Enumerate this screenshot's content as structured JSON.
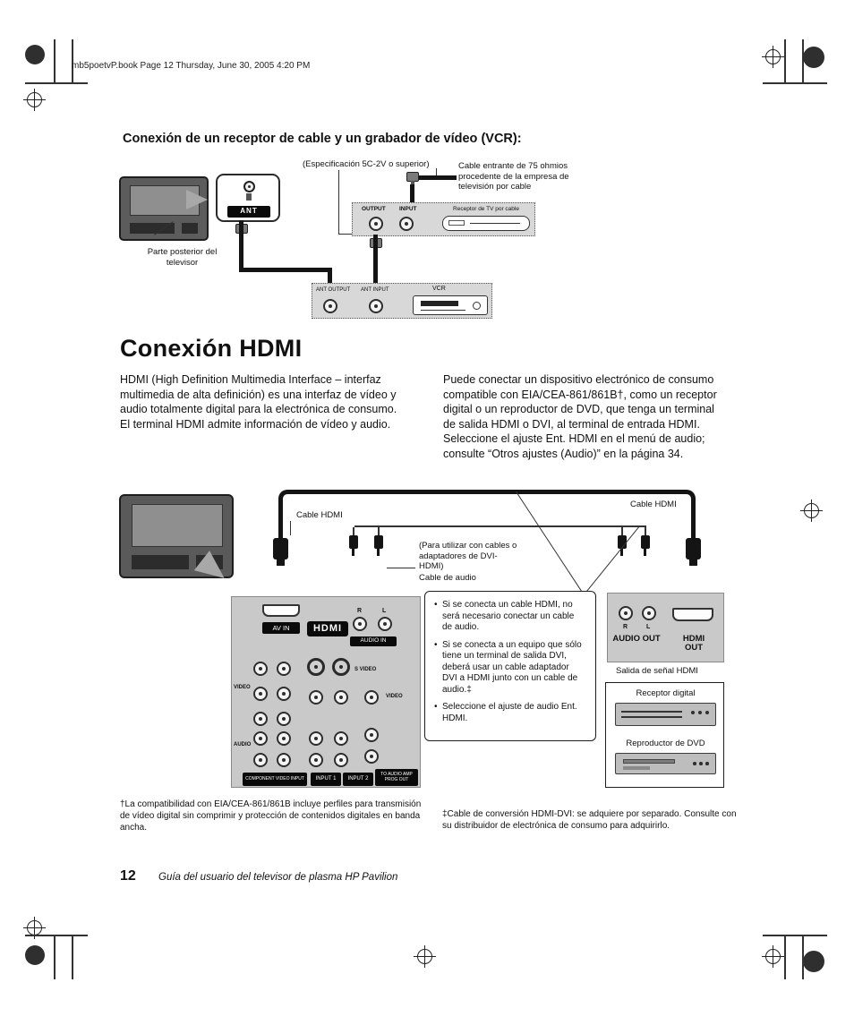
{
  "meta": {
    "header_line": "mb5poetvP.book  Page 12  Thursday, June 30, 2005  4:20 PM"
  },
  "section_cable": {
    "heading": "Conexión de un receptor de cable y un grabador de vídeo (VCR):",
    "spec_label": "(Especificación 5C-2V o superior)",
    "incoming_cable_label": "Cable entrante de 75 ohmios procedente de la empresa de televisión por cable",
    "ant_label": "ANT",
    "tv_back_label": "Parte posterior del televisor",
    "cable_box": {
      "output_label": "OUTPUT",
      "input_label": "INPUT",
      "device_label": "Receptor de TV por cable"
    },
    "vcr_box": {
      "ant_output_label": "ANT OUTPUT",
      "ant_input_label": "ANT INPUT",
      "device_label": "VCR"
    }
  },
  "section_hdmi": {
    "heading": "Conexión HDMI",
    "intro_left": "HDMI (High Definition Multimedia Interface – interfaz multimedia de alta definición) es una interfaz de vídeo y audio totalmente digital para la electrónica de consumo. El terminal HDMI admite información de vídeo y audio.",
    "intro_right": "Puede conectar un dispositivo electrónico de consumo compatible con EIA/CEA-861/861B†, como un receptor digital o un reproductor de DVD, que tenga un terminal de salida HDMI o DVI, al terminal de entrada HDMI. Seleccione el ajuste Ent. HDMI en el menú de audio; consulte “Otros ajustes (Audio)” en la página 34.",
    "diagram": {
      "cable_hdmi_left": "Cable HDMI",
      "cable_hdmi_right": "Cable HDMI",
      "audio_cable_note": "(Para utilizar con cables o adaptadores de DVI-HDMI)",
      "audio_cable_label": "Cable de audio",
      "panel": {
        "av_in": "AV IN",
        "hdmi_logo": "HDMI",
        "audio_in": "AUDIO IN",
        "r": "R",
        "l": "L",
        "video_left": "VIDEO",
        "audio_left": "AUDIO",
        "s_video": "S VIDEO",
        "video_right": "VIDEO",
        "component_video_input": "COMPONENT VIDEO INPUT",
        "input1": "INPUT 1",
        "input2": "INPUT 2",
        "to_audio_amp": "TO AUDIO AMP PROG OUT"
      },
      "notes": [
        "Si se conecta un cable HDMI, no será necesario conectar un cable de audio.",
        "Si se conecta a un equipo que sólo tiene un terminal de salida DVI, deberá usar un cable adaptador DVI a HDMI junto con un cable de audio.‡",
        "Seleccione el ajuste de audio Ent. HDMI."
      ],
      "out_panel": {
        "r": "R",
        "l": "L",
        "audio_out": "AUDIO OUT",
        "hdmi_out": "HDMI OUT"
      },
      "hdmi_signal_label": "Salida de señal HDMI",
      "devices": {
        "digital_receiver": "Receptor digital",
        "dvd_player": "Reproductor de DVD"
      }
    }
  },
  "footnotes": {
    "left": "†La compatibilidad con EIA/CEA-861/861B incluye perfiles para transmisión de vídeo digital sin comprimir y protección de contenidos digitales en banda ancha.",
    "right": "‡Cable de conversión HDMI-DVI: se adquiere por separado. Consulte con su distribuidor de electrónica de consumo para adquirirlo."
  },
  "footer": {
    "page_number": "12",
    "doc_title": "Guía del usuario del televisor de plasma HP Pavilion"
  }
}
